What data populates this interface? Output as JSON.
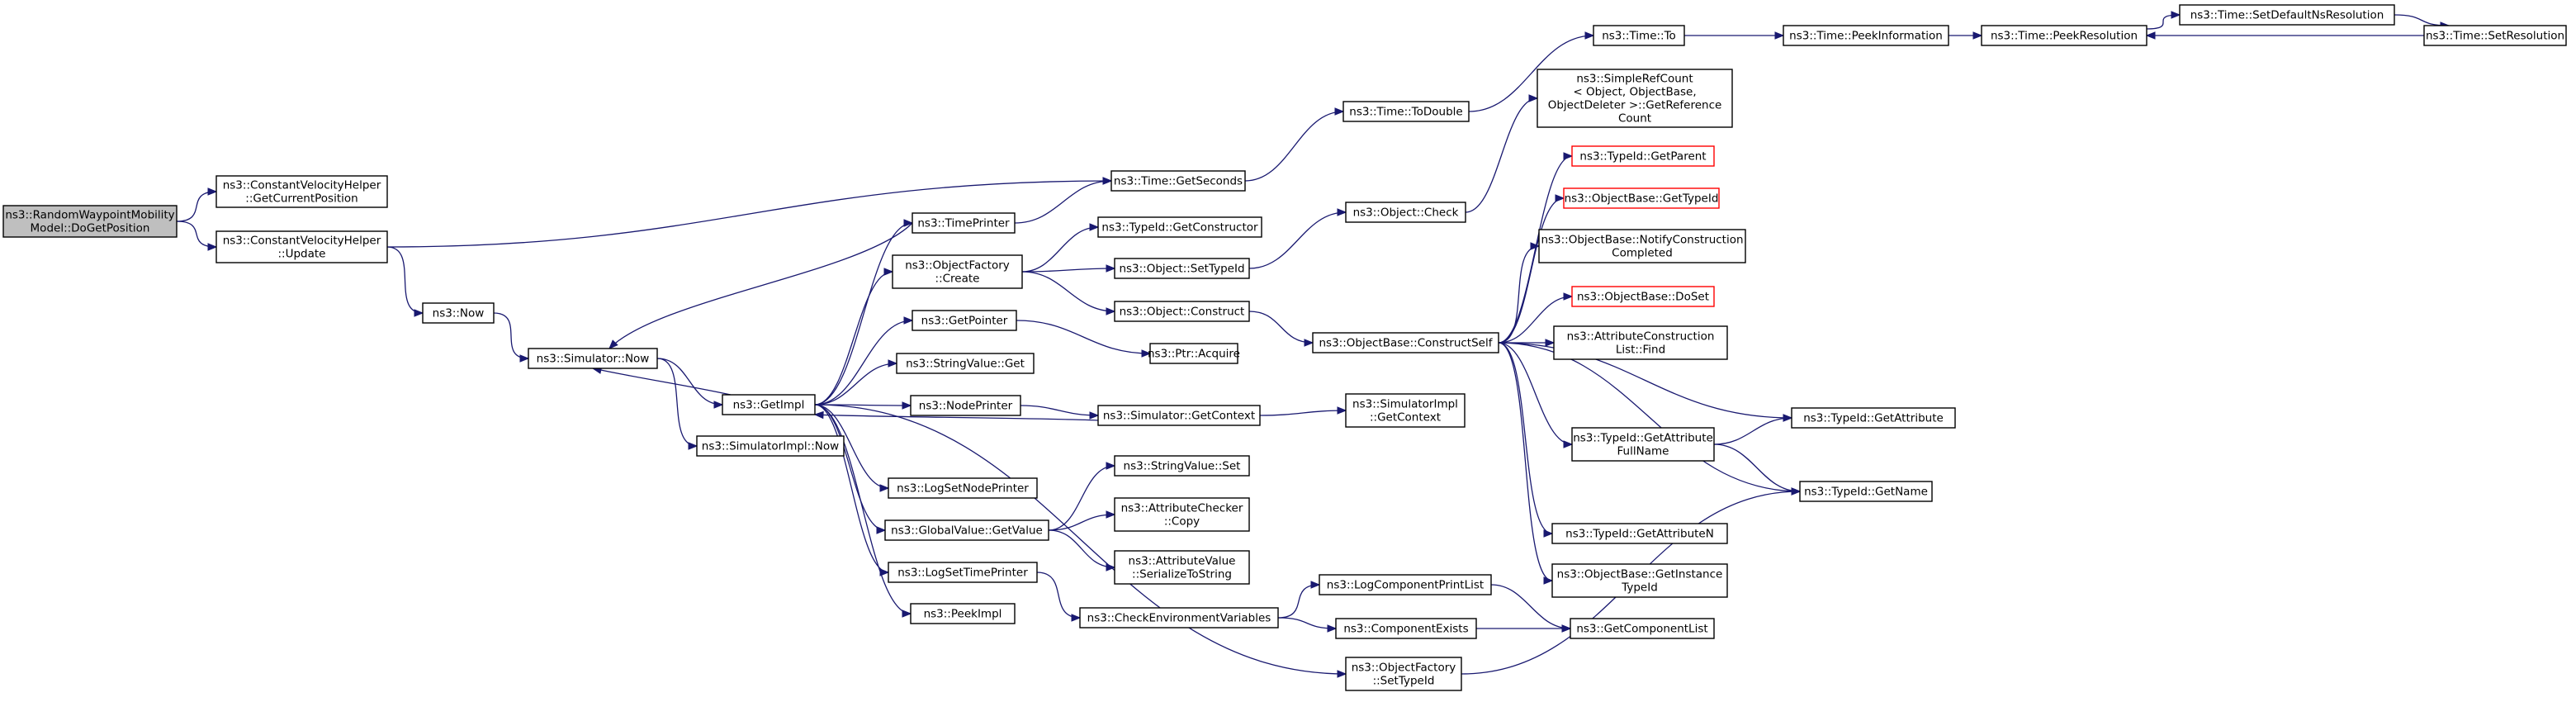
{
  "colors": {
    "edge": "#191970",
    "box_border": "#000000",
    "box_fill": "#ffffff",
    "root_fill": "#bfbfbf",
    "root_border": "#000000",
    "undocumented_border": "#ff0000"
  },
  "nodes": [
    {
      "id": "root",
      "lines": [
        "ns3::RandomWaypointMobility",
        "Model::DoGetPosition"
      ],
      "style": "root"
    },
    {
      "id": "cvh_getpos",
      "lines": [
        "ns3::ConstantVelocityHelper",
        "::GetCurrentPosition"
      ],
      "style": "normal"
    },
    {
      "id": "cvh_update",
      "lines": [
        "ns3::ConstantVelocityHelper",
        "::Update"
      ],
      "style": "normal"
    },
    {
      "id": "now",
      "lines": [
        "ns3::Now"
      ],
      "style": "normal"
    },
    {
      "id": "sim_now",
      "lines": [
        "ns3::Simulator::Now"
      ],
      "style": "normal"
    },
    {
      "id": "getimpl",
      "lines": [
        "ns3::GetImpl"
      ],
      "style": "normal"
    },
    {
      "id": "simimpl_now",
      "lines": [
        "ns3::SimulatorImpl::Now"
      ],
      "style": "normal"
    },
    {
      "id": "timeprinter",
      "lines": [
        "ns3::TimePrinter"
      ],
      "style": "normal"
    },
    {
      "id": "objfactory_create",
      "lines": [
        "ns3::ObjectFactory",
        "::Create"
      ],
      "style": "normal"
    },
    {
      "id": "getpointer",
      "lines": [
        "ns3::GetPointer"
      ],
      "style": "normal"
    },
    {
      "id": "strval_get",
      "lines": [
        "ns3::StringValue::Get"
      ],
      "style": "normal"
    },
    {
      "id": "nodeprinter",
      "lines": [
        "ns3::NodePrinter"
      ],
      "style": "normal"
    },
    {
      "id": "logsetnodeprinter",
      "lines": [
        "ns3::LogSetNodePrinter"
      ],
      "style": "normal"
    },
    {
      "id": "gv_getvalue",
      "lines": [
        "ns3::GlobalValue::GetValue"
      ],
      "style": "normal"
    },
    {
      "id": "logsettimeprinter",
      "lines": [
        "ns3::LogSetTimePrinter"
      ],
      "style": "normal"
    },
    {
      "id": "peekimpl",
      "lines": [
        "ns3::PeekImpl"
      ],
      "style": "normal"
    },
    {
      "id": "time_getseconds",
      "lines": [
        "ns3::Time::GetSeconds"
      ],
      "style": "normal"
    },
    {
      "id": "typeid_getconstructor",
      "lines": [
        "ns3::TypeId::GetConstructor"
      ],
      "style": "normal"
    },
    {
      "id": "object_settypeid",
      "lines": [
        "ns3::Object::SetTypeId"
      ],
      "style": "normal"
    },
    {
      "id": "object_construct",
      "lines": [
        "ns3::Object::Construct"
      ],
      "style": "normal"
    },
    {
      "id": "ptr_acquire",
      "lines": [
        "ns3::Ptr::Acquire"
      ],
      "style": "normal"
    },
    {
      "id": "sim_getcontext",
      "lines": [
        "ns3::Simulator::GetContext"
      ],
      "style": "normal"
    },
    {
      "id": "strval_set",
      "lines": [
        "ns3::StringValue::Set"
      ],
      "style": "normal"
    },
    {
      "id": "attrchecker_copy",
      "lines": [
        "ns3::AttributeChecker",
        "::Copy"
      ],
      "style": "normal"
    },
    {
      "id": "attrvalue_serialize",
      "lines": [
        "ns3::AttributeValue",
        "::SerializeToString"
      ],
      "style": "normal"
    },
    {
      "id": "checkenv",
      "lines": [
        "ns3::CheckEnvironmentVariables"
      ],
      "style": "normal"
    },
    {
      "id": "objfactory_settypeid",
      "lines": [
        "ns3::ObjectFactory",
        "::SetTypeId"
      ],
      "style": "normal"
    },
    {
      "id": "time_todouble",
      "lines": [
        "ns3::Time::ToDouble"
      ],
      "style": "normal"
    },
    {
      "id": "object_check",
      "lines": [
        "ns3::Object::Check"
      ],
      "style": "normal"
    },
    {
      "id": "objbase_constructself",
      "lines": [
        "ns3::ObjectBase::ConstructSelf"
      ],
      "style": "normal"
    },
    {
      "id": "simimpl_getcontext",
      "lines": [
        "ns3::SimulatorImpl",
        "::GetContext"
      ],
      "style": "normal"
    },
    {
      "id": "logcomponentprintlist",
      "lines": [
        "ns3::LogComponentPrintList"
      ],
      "style": "normal"
    },
    {
      "id": "componentexists",
      "lines": [
        "ns3::ComponentExists"
      ],
      "style": "normal"
    },
    {
      "id": "time_to",
      "lines": [
        "ns3::Time::To"
      ],
      "style": "normal"
    },
    {
      "id": "simplerefcount",
      "lines": [
        "ns3::SimpleRefCount",
        "< Object, ObjectBase,",
        "ObjectDeleter >::GetReference",
        "Count"
      ],
      "style": "normal"
    },
    {
      "id": "typeid_getparent",
      "lines": [
        "ns3::TypeId::GetParent"
      ],
      "style": "red"
    },
    {
      "id": "objbase_gettypeid",
      "lines": [
        "ns3::ObjectBase::GetTypeId"
      ],
      "style": "red"
    },
    {
      "id": "objbase_notify",
      "lines": [
        "ns3::ObjectBase::NotifyConstruction",
        "Completed"
      ],
      "style": "normal"
    },
    {
      "id": "objbase_doset",
      "lines": [
        "ns3::ObjectBase::DoSet"
      ],
      "style": "red"
    },
    {
      "id": "attrconstructionlist_find",
      "lines": [
        "ns3::AttributeConstruction",
        "List::Find"
      ],
      "style": "normal"
    },
    {
      "id": "typeid_getattrfullname",
      "lines": [
        "ns3::TypeId::GetAttribute",
        "FullName"
      ],
      "style": "normal"
    },
    {
      "id": "typeid_getattributen",
      "lines": [
        "ns3::TypeId::GetAttributeN"
      ],
      "style": "normal"
    },
    {
      "id": "objbase_getinstancetypeid",
      "lines": [
        "ns3::ObjectBase::GetInstance",
        "TypeId"
      ],
      "style": "normal"
    },
    {
      "id": "getcomponentlist",
      "lines": [
        "ns3::GetComponentList"
      ],
      "style": "normal"
    },
    {
      "id": "time_peekinformation",
      "lines": [
        "ns3::Time::PeekInformation"
      ],
      "style": "normal"
    },
    {
      "id": "typeid_getattribute",
      "lines": [
        "ns3::TypeId::GetAttribute"
      ],
      "style": "normal"
    },
    {
      "id": "typeid_getname",
      "lines": [
        "ns3::TypeId::GetName"
      ],
      "style": "normal"
    },
    {
      "id": "time_peekresolution",
      "lines": [
        "ns3::Time::PeekResolution"
      ],
      "style": "normal"
    },
    {
      "id": "time_setdefaultnsresolution",
      "lines": [
        "ns3::Time::SetDefaultNsResolution"
      ],
      "style": "normal"
    },
    {
      "id": "time_setresolution",
      "lines": [
        "ns3::Time::SetResolution"
      ],
      "style": "normal"
    }
  ],
  "edges": [
    [
      "root",
      "cvh_getpos"
    ],
    [
      "root",
      "cvh_update"
    ],
    [
      "cvh_update",
      "time_getseconds"
    ],
    [
      "cvh_update",
      "now"
    ],
    [
      "now",
      "sim_now"
    ],
    [
      "sim_now",
      "getimpl"
    ],
    [
      "sim_now",
      "simimpl_now"
    ],
    [
      "getimpl",
      "sim_now"
    ],
    [
      "getimpl",
      "timeprinter"
    ],
    [
      "getimpl",
      "objfactory_create"
    ],
    [
      "getimpl",
      "getpointer"
    ],
    [
      "getimpl",
      "strval_get"
    ],
    [
      "getimpl",
      "nodeprinter"
    ],
    [
      "getimpl",
      "logsetnodeprinter"
    ],
    [
      "getimpl",
      "gv_getvalue"
    ],
    [
      "getimpl",
      "logsettimeprinter"
    ],
    [
      "getimpl",
      "peekimpl"
    ],
    [
      "getimpl",
      "objfactory_settypeid"
    ],
    [
      "timeprinter",
      "time_getseconds"
    ],
    [
      "timeprinter",
      "sim_now"
    ],
    [
      "objfactory_create",
      "typeid_getconstructor"
    ],
    [
      "objfactory_create",
      "object_settypeid"
    ],
    [
      "objfactory_create",
      "object_construct"
    ],
    [
      "getpointer",
      "ptr_acquire"
    ],
    [
      "nodeprinter",
      "sim_getcontext"
    ],
    [
      "sim_getcontext",
      "getimpl"
    ],
    [
      "sim_getcontext",
      "simimpl_getcontext"
    ],
    [
      "gv_getvalue",
      "strval_set"
    ],
    [
      "gv_getvalue",
      "attrchecker_copy"
    ],
    [
      "gv_getvalue",
      "attrvalue_serialize"
    ],
    [
      "logsettimeprinter",
      "checkenv"
    ],
    [
      "checkenv",
      "logcomponentprintlist"
    ],
    [
      "checkenv",
      "componentexists"
    ],
    [
      "logcomponentprintlist",
      "getcomponentlist"
    ],
    [
      "componentexists",
      "getcomponentlist"
    ],
    [
      "objfactory_settypeid",
      "typeid_getname"
    ],
    [
      "time_getseconds",
      "time_todouble"
    ],
    [
      "time_todouble",
      "time_to"
    ],
    [
      "time_to",
      "time_peekinformation"
    ],
    [
      "time_peekinformation",
      "time_peekresolution"
    ],
    [
      "time_peekresolution",
      "time_setdefaultnsresolution"
    ],
    [
      "time_setdefaultnsresolution",
      "time_setresolution"
    ],
    [
      "time_setresolution",
      "time_peekresolution"
    ],
    [
      "object_settypeid",
      "object_check"
    ],
    [
      "object_check",
      "simplerefcount"
    ],
    [
      "object_construct",
      "objbase_constructself"
    ],
    [
      "objbase_constructself",
      "typeid_getparent"
    ],
    [
      "objbase_constructself",
      "objbase_gettypeid"
    ],
    [
      "objbase_constructself",
      "objbase_notify"
    ],
    [
      "objbase_constructself",
      "objbase_doset"
    ],
    [
      "objbase_constructself",
      "attrconstructionlist_find"
    ],
    [
      "objbase_constructself",
      "typeid_getattribute"
    ],
    [
      "objbase_constructself",
      "typeid_getattrfullname"
    ],
    [
      "objbase_constructself",
      "typeid_getname"
    ],
    [
      "objbase_constructself",
      "typeid_getattributen"
    ],
    [
      "objbase_constructself",
      "objbase_getinstancetypeid"
    ],
    [
      "typeid_getattrfullname",
      "typeid_getattribute"
    ],
    [
      "typeid_getattrfullname",
      "typeid_getname"
    ]
  ]
}
